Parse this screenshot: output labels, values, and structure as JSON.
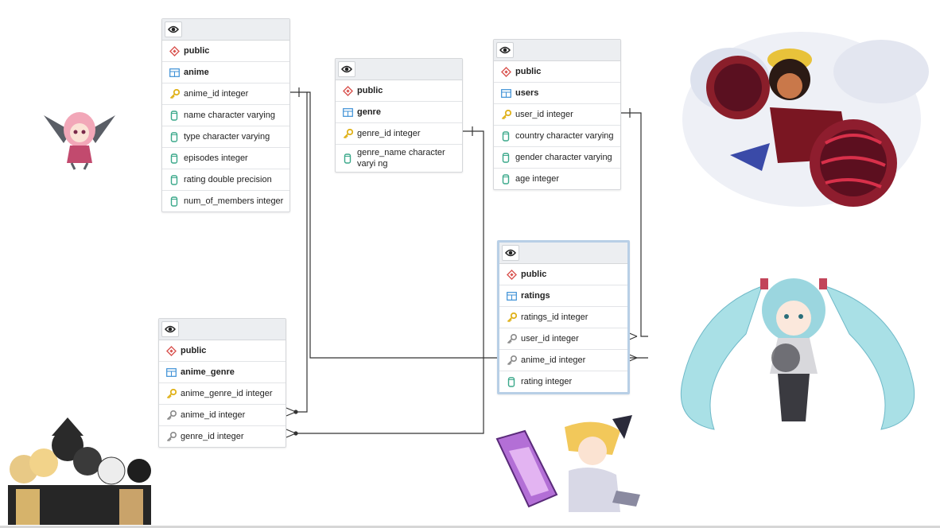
{
  "tables": {
    "anime": {
      "schema": "public",
      "name": "anime",
      "columns": [
        {
          "label": "anime_id integer",
          "kind": "pk"
        },
        {
          "label": "name character varying",
          "kind": "col"
        },
        {
          "label": "type character varying",
          "kind": "col"
        },
        {
          "label": "episodes integer",
          "kind": "col"
        },
        {
          "label": "rating double precision",
          "kind": "col"
        },
        {
          "label": "num_of_members integer",
          "kind": "col"
        }
      ]
    },
    "genre": {
      "schema": "public",
      "name": "genre",
      "columns": [
        {
          "label": "genre_id integer",
          "kind": "pk"
        },
        {
          "label": "genre_name character varyi ng",
          "kind": "col"
        }
      ]
    },
    "users": {
      "schema": "public",
      "name": "users",
      "columns": [
        {
          "label": "user_id integer",
          "kind": "pk"
        },
        {
          "label": "country character varying",
          "kind": "col"
        },
        {
          "label": "gender character varying",
          "kind": "col"
        },
        {
          "label": "age integer",
          "kind": "col"
        }
      ]
    },
    "ratings": {
      "schema": "public",
      "name": "ratings",
      "columns": [
        {
          "label": "ratings_id integer",
          "kind": "pk"
        },
        {
          "label": "user_id integer",
          "kind": "fk"
        },
        {
          "label": "anime_id integer",
          "kind": "fk"
        },
        {
          "label": "rating integer",
          "kind": "col"
        }
      ]
    },
    "anime_genre": {
      "schema": "public",
      "name": "anime_genre",
      "columns": [
        {
          "label": "anime_genre_id integer",
          "kind": "pk"
        },
        {
          "label": "anime_id integer",
          "kind": "fk"
        },
        {
          "label": "genre_id integer",
          "kind": "fk"
        }
      ]
    }
  },
  "colors": {
    "pk_key": "#e0b21b",
    "fk_key": "#8a8a8a",
    "column": "#3aa88a",
    "schema": "#d9534f",
    "table_icon": "#3b8fd6",
    "relation_line": "#333333"
  },
  "icons": {
    "view": "eye-icon",
    "schema": "schema-diamond-icon",
    "table": "table-grid-icon",
    "primary_key": "key-icon",
    "foreign_key": "foreign-key-icon",
    "column": "column-cylinder-icon"
  }
}
